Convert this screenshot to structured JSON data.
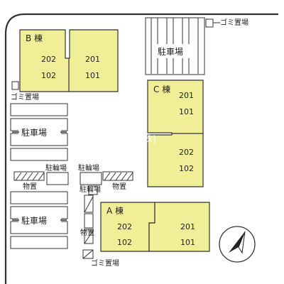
{
  "buildings": {
    "b": {
      "name": "B 棟",
      "rooms": [
        "202",
        "201",
        "102",
        "101"
      ]
    },
    "c": {
      "name": "C 棟",
      "rooms": [
        "201",
        "101",
        "202",
        "102"
      ]
    },
    "a": {
      "name": "A 棟",
      "rooms": [
        "202",
        "201",
        "102",
        "101"
      ]
    }
  },
  "parking_label": "駐車場",
  "bicycle_label": "駐輪場",
  "storage_label": "物置",
  "garbage_label": "ゴミ置場",
  "watermark": "K'不動産(株)",
  "colors": {
    "building": "#f0ee96",
    "outline": "#333333",
    "background": "#ffffff"
  }
}
